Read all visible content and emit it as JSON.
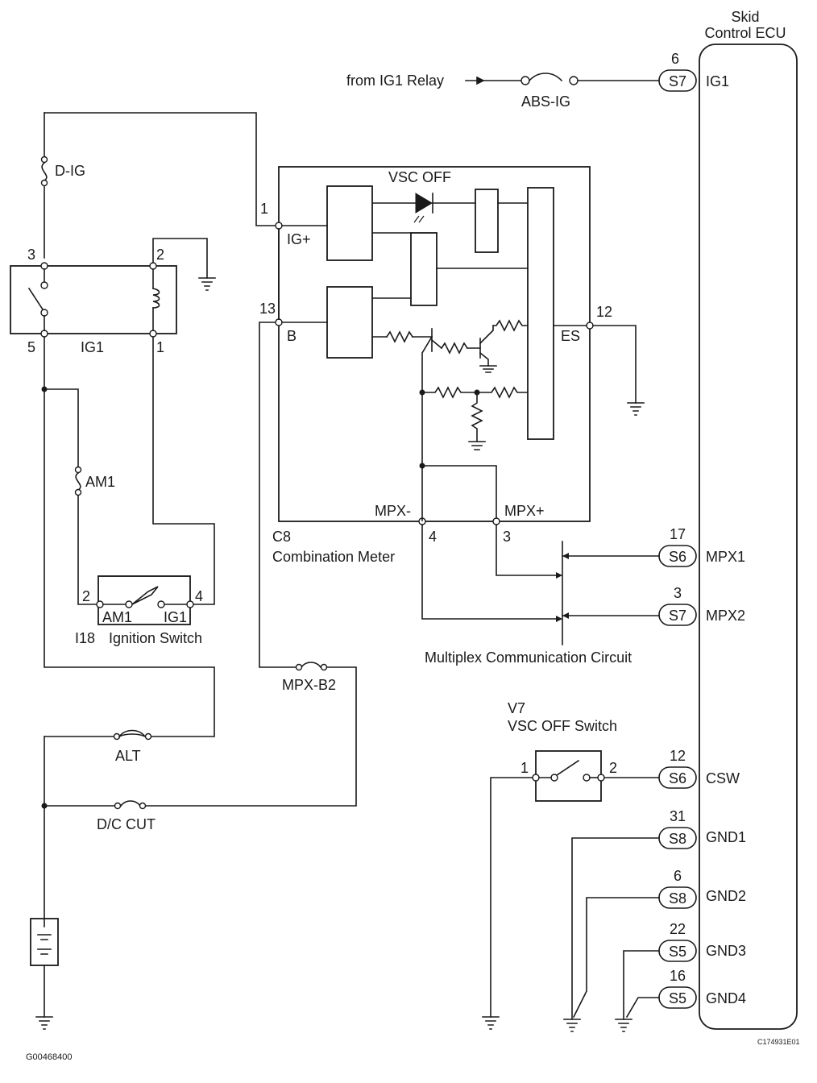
{
  "ecu": {
    "title_line1": "Skid",
    "title_line2": "Control ECU",
    "pins": [
      {
        "num": "6",
        "conn": "S7",
        "label": "IG1"
      },
      {
        "num": "17",
        "conn": "S6",
        "label": "MPX1"
      },
      {
        "num": "3",
        "conn": "S7",
        "label": "MPX2"
      },
      {
        "num": "12",
        "conn": "S6",
        "label": "CSW"
      },
      {
        "num": "31",
        "conn": "S8",
        "label": "GND1"
      },
      {
        "num": "6",
        "conn": "S8",
        "label": "GND2"
      },
      {
        "num": "22",
        "conn": "S5",
        "label": "GND3"
      },
      {
        "num": "16",
        "conn": "S5",
        "label": "GND4"
      }
    ]
  },
  "fuses": {
    "abs_ig": "ABS-IG",
    "d_ig": "D-IG",
    "am1": "AM1",
    "mpx_b2": "MPX-B2",
    "alt": "ALT",
    "dc_cut": "D/C CUT"
  },
  "from_relay": "from IG1 Relay",
  "relay": {
    "name": "IG1",
    "pin3": "3",
    "pin2": "2",
    "pin5": "5",
    "pin1": "1"
  },
  "meter": {
    "led_label": "VSC OFF",
    "ig_plus": "IG+",
    "b": "B",
    "es": "ES",
    "mpx_minus": "MPX-",
    "mpx_plus": "MPX+",
    "pin_ig": "1",
    "pin_b": "13",
    "pin_es": "12",
    "pin_mpx_minus": "4",
    "pin_mpx_plus": "3",
    "code": "C8",
    "name": "Combination Meter"
  },
  "ignition_switch": {
    "pin_left": "2",
    "pin_right": "4",
    "am1": "AM1",
    "ig1": "IG1",
    "code": "I18",
    "name": "Ignition Switch"
  },
  "multiplex_label": "Multiplex Communication Circuit",
  "vsc_switch": {
    "code": "V7",
    "name": "VSC OFF Switch",
    "pin_left": "1",
    "pin_right": "2"
  },
  "footer": {
    "left_code": "G00468400",
    "right_code": "C174931E01"
  }
}
